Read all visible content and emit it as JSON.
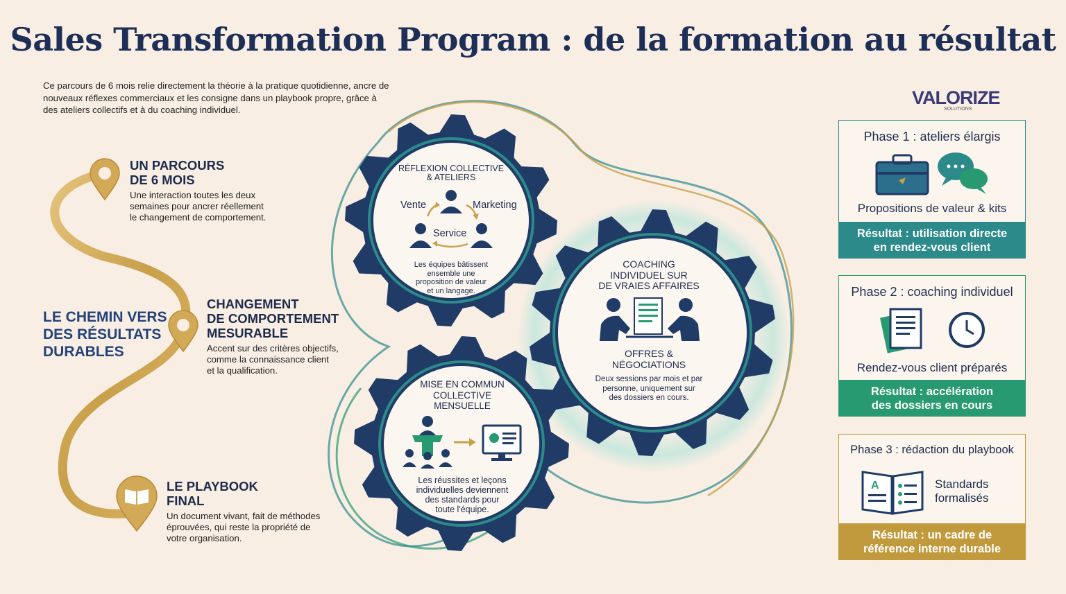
{
  "title": "Sales Transformation Program : de la formation au résultat",
  "intro": "Ce parcours de 6 mois relie directement la théorie à la pratique quotidienne, ancre de nouveaux réflexes commerciaux et les consigne dans un playbook propre, grâce à des ateliers collectifs et à du coaching individuel.",
  "logo": {
    "text": "VALORIZE",
    "sub": "SOLUTIONS"
  },
  "path": {
    "label_lines": [
      "LE CHEMIN VERS",
      "DES RÉSULTATS",
      "DURABLES"
    ],
    "steps": [
      {
        "title_lines": [
          "UN PARCOURS",
          "DE 6 MOIS"
        ],
        "body_lines": [
          "Une interaction toutes les deux",
          "semaines pour ancrer réellement",
          "le changement de comportement."
        ],
        "icon": "location-pin-icon"
      },
      {
        "title_lines": [
          "CHANGEMENT",
          "DE COMPORTEMENT",
          "MESURABLE"
        ],
        "body_lines": [
          "Accent sur des critères objectifs,",
          "comme la connaissance client",
          "et la qualification."
        ],
        "icon": "location-pin-icon"
      },
      {
        "title_lines": [
          "LE PLAYBOOK",
          "FINAL"
        ],
        "body_lines": [
          "Un document vivant, fait de méthodes",
          "éprouvées, qui reste la propriété de",
          "votre organisation."
        ],
        "icon": "book-pin-icon"
      }
    ]
  },
  "gears": {
    "top": {
      "title_lines": [
        "RÉFLEXION COLLECTIVE",
        "& ATELIERS"
      ],
      "labels": {
        "left": "Vente",
        "right": "Marketing",
        "center": "Service"
      },
      "desc_lines": [
        "Les équipes bâtissent",
        "ensemble une",
        "proposition de valeur",
        "et un langage."
      ]
    },
    "right": {
      "title_lines": [
        "COACHING",
        "INDIVIDUEL SUR",
        "DE VRAIES AFFAIRES"
      ],
      "sub_lines": [
        "OFFRES &",
        "NÉGOCIATIONS"
      ],
      "desc_lines": [
        "Deux sessions par mois et par",
        "personne, uniquement sur",
        "des dossiers en cours."
      ]
    },
    "bottom": {
      "title_lines": [
        "MISE EN COMMUN",
        "COLLECTIVE",
        "MENSUELLE"
      ],
      "desc_lines": [
        "Les réussites et leçons",
        "individuelles deviennent",
        "des standards pour",
        "toute l'équipe."
      ]
    }
  },
  "phases": [
    {
      "title": "Phase 1 : ateliers élargis",
      "caption": "Propositions de valeur & kits",
      "result_lines": [
        "Résultat : utilisation directe",
        "en rendez-vous client"
      ],
      "color": "#2c8a8b",
      "icons": [
        "briefcase-icon",
        "chat-bubbles-icon"
      ]
    },
    {
      "title": "Phase 2 : coaching individuel",
      "caption": "Rendez-vous client préparés",
      "result_lines": [
        "Résultat : accélération",
        "des dossiers en cours"
      ],
      "color": "#279a72",
      "icons": [
        "documents-icon",
        "clock-icon"
      ]
    },
    {
      "title": "Phase 3 : rédaction du playbook",
      "caption_lines": [
        "Standards",
        "formalisés"
      ],
      "result_lines": [
        "Résultat : un cadre de",
        "référence interne durable"
      ],
      "color": "#c29a3e",
      "icons": [
        "open-book-icon"
      ]
    }
  ],
  "colors": {
    "navy": "#1f3b66",
    "teal": "#2c8a8b",
    "green": "#279a72",
    "gold": "#c9a04a",
    "background": "#f8eee4"
  }
}
